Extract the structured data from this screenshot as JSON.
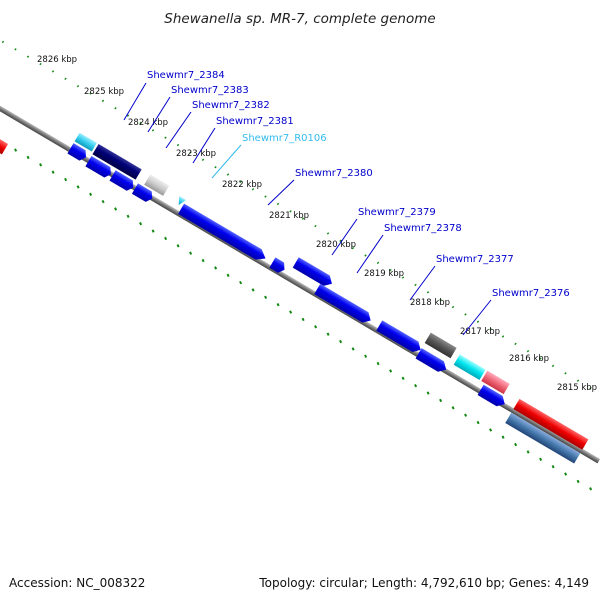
{
  "title": "Shewanella sp. MR-7, complete genome",
  "footer": {
    "accession": "Accession: NC_008322",
    "topology": "Topology: circular; Length: 4,792,610 bp; Genes: 4,149"
  },
  "ticks": [
    "2826 kbp",
    "2825 kbp",
    "2824 kbp",
    "2823 kbp",
    "2822 kbp",
    "2821 kbp",
    "2820 kbp",
    "2819 kbp",
    "2818 kbp",
    "2817 kbp",
    "2816 kbp",
    "2815 kbp"
  ],
  "gene_labels": [
    {
      "name": "Shewmr7_2384",
      "color": "#0000cc"
    },
    {
      "name": "Shewmr7_2383",
      "color": "#0000cc"
    },
    {
      "name": "Shewmr7_2382",
      "color": "#0000cc"
    },
    {
      "name": "Shewmr7_2381",
      "color": "#0000cc"
    },
    {
      "name": "Shewmr7_R0106",
      "color": "#33bbee"
    },
    {
      "name": "Shewmr7_2380",
      "color": "#0000cc"
    },
    {
      "name": "Shewmr7_2379",
      "color": "#0000cc"
    },
    {
      "name": "Shewmr7_2378",
      "color": "#0000cc"
    },
    {
      "name": "Shewmr7_2377",
      "color": "#0000cc"
    },
    {
      "name": "Shewmr7_2376",
      "color": "#0000cc"
    }
  ],
  "colors": {
    "cds": "#0000ee",
    "cds_dark": "#000077",
    "rna": "#33ccee",
    "hypothetical": "#cccccc",
    "dark_gray": "#555555",
    "cyan": "#00e5ee",
    "pink": "#ee6677",
    "red": "#ee0000",
    "steel_blue": "#4477aa",
    "orange": "#ff8800",
    "tick_dots": "#118811",
    "backbone": "#777777"
  }
}
